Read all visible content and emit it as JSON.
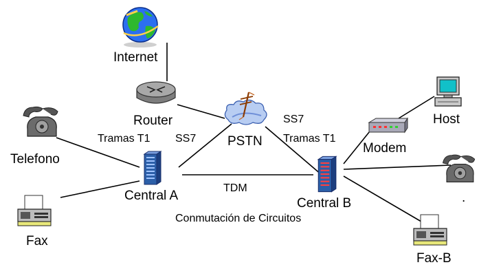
{
  "nodes": {
    "internet": "Internet",
    "router": "Router",
    "pstn": "PSTN",
    "host": "Host",
    "modem": "Modem",
    "telefono": "Telefono",
    "fax": "Fax",
    "central_a": "Central A",
    "central_b": "Central B",
    "fax_b": "Fax-B",
    "phone_b": "."
  },
  "links": {
    "tramas_t1_left": "Tramas T1",
    "ss7_left": "SS7",
    "ss7_right": "SS7",
    "tramas_t1_right": "Tramas T1",
    "tdm": "TDM",
    "conmutacion": "Conmutación de Circuitos"
  },
  "colors": {
    "line": "#000000",
    "globe_ocean": "#2c6ff0",
    "globe_land": "#2eb82e",
    "router_body": "#9a9a9a",
    "cloud": "#b8cdf2",
    "switch_body": "#2c5fa8",
    "monitor_screen": "#11c0c8",
    "modem_body": "#a9a9b8"
  },
  "icons": [
    "globe-icon",
    "router-icon",
    "pstn-cloud-icon",
    "host-computer-icon",
    "modem-icon",
    "telephone-icon",
    "fax-icon",
    "central-switch-icon",
    "fax-machine-icon"
  ]
}
